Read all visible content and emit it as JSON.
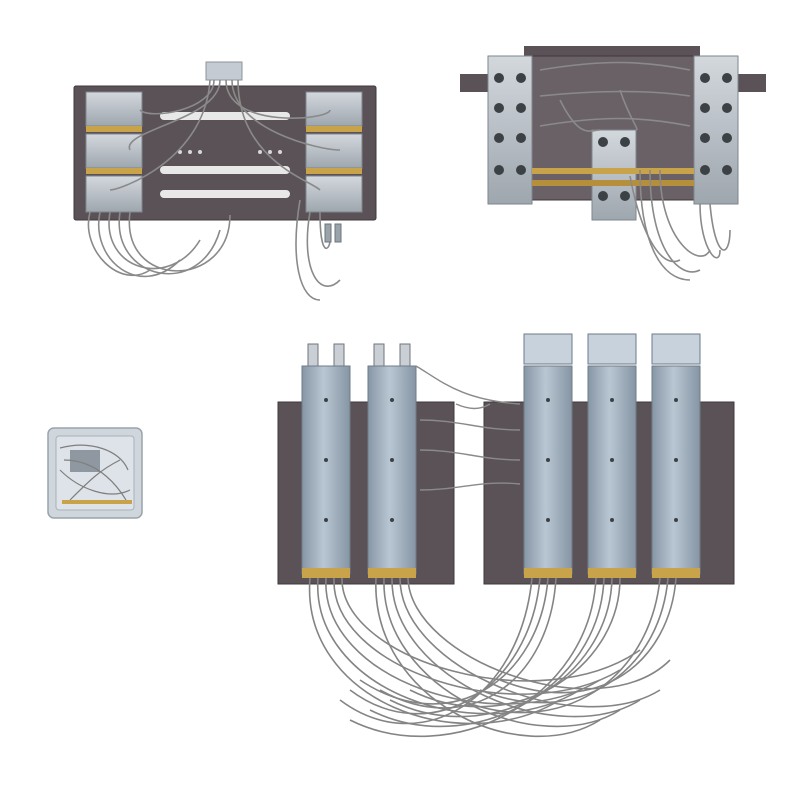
{
  "scene": {
    "description_free": true,
    "assemblies": [
      {
        "id": "terminal-panel-left"
      },
      {
        "id": "terminal-panel-right"
      },
      {
        "id": "junction-box"
      },
      {
        "id": "rack-module-assembly"
      }
    ]
  },
  "colors": {
    "background": "#ffffff",
    "plate": "#5b5257",
    "plate_edge": "#3f383c",
    "terminal": "#b7bec6",
    "terminal_dark": "#8f98a1",
    "terminal_light": "#d6dbe0",
    "wire": "#8a8a8a",
    "wire_dark": "#6e6e6e",
    "module_body": "#a9b7c6",
    "module_dark": "#7f8d9b",
    "brass": "#c9a34a",
    "box_fill": "#cfd6dc",
    "box_edge": "#9aa3ab"
  }
}
